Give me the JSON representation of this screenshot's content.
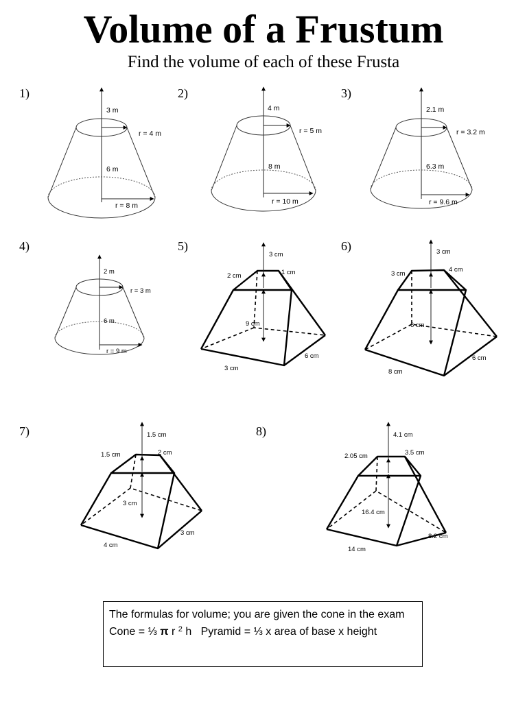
{
  "title": "Volume of a Frustum",
  "subtitle": "Find the volume of each of these Frusta",
  "problems": [
    {
      "number": "1)",
      "top_height": "3 m",
      "top_radius": "r = 4 m",
      "frustum_height": "6 m",
      "base_radius": "r = 8 m"
    },
    {
      "number": "2)",
      "top_height": "4 m",
      "top_radius": "r = 5 m",
      "frustum_height": "8 m",
      "base_radius": "r = 10 m"
    },
    {
      "number": "3)",
      "top_height": "2.1 m",
      "top_radius": "r = 3.2 m",
      "frustum_height": "6.3 m",
      "base_radius": "r = 9.6 m"
    },
    {
      "number": "4)",
      "top_height": "2 m",
      "top_radius": "r = 3 m",
      "frustum_height": "6 m",
      "base_radius": "r = 9 m"
    },
    {
      "number": "5)",
      "top_height": "3 cm",
      "top_side_a": "2 cm",
      "top_side_b": "1 cm",
      "frustum_height": "9 cm",
      "base_side_a": "3 cm",
      "base_side_b": "6 cm"
    },
    {
      "number": "6)",
      "top_height": "3 cm",
      "top_side_a": "3 cm",
      "top_side_b": "4 cm",
      "frustum_height": "6 cm",
      "base_side_a": "8 cm",
      "base_side_b": "6 cm"
    },
    {
      "number": "7)",
      "top_height": "1.5 cm",
      "top_side_a": "1.5 cm",
      "top_side_b": "2 cm",
      "frustum_height": "3 cm",
      "base_side_a": "4 cm",
      "base_side_b": "3 cm"
    },
    {
      "number": "8)",
      "top_height": "4.1 cm",
      "top_side_a": "2.05 cm",
      "top_side_b": "3.5 cm",
      "frustum_height": "16.4 cm",
      "base_side_a": "14 cm",
      "base_side_b": "8.2 cm"
    }
  ],
  "formulas": {
    "line1": "The formulas for volume; you are given the cone in the exam",
    "cone_prefix": "Cone = ⅓ ",
    "pi": "π",
    "r_text": " r ",
    "exponent": "2",
    "cone_suffix": " h",
    "pyramid": "Pyramid = ⅓ x area of base x height"
  }
}
